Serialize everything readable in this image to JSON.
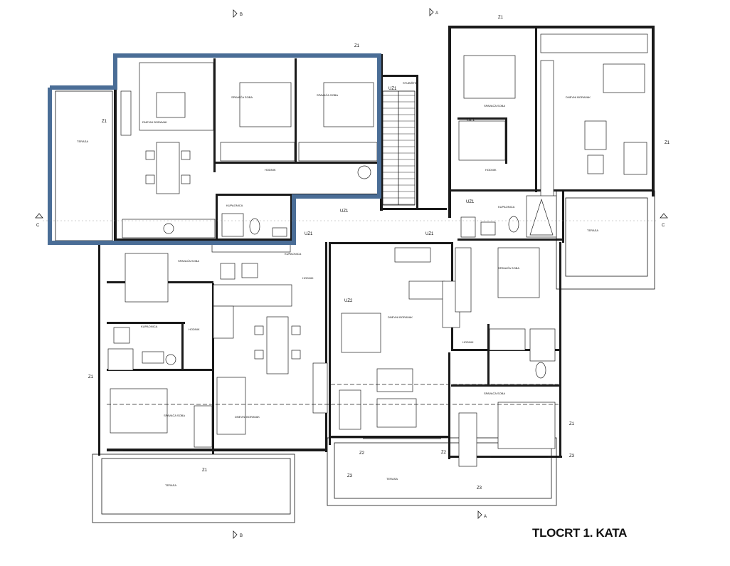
{
  "title": "TLOCRT 1. KATA",
  "highlight_color": "#4a6d96",
  "section_markers": {
    "top": [
      "B",
      "A"
    ],
    "bottom": [
      "B",
      "A"
    ],
    "left": "C",
    "right": "C"
  },
  "axis_labels": [
    "Z1",
    "Z1",
    "Z1",
    "Z1",
    "Z1",
    "Z1",
    "Z1",
    "Z2",
    "Z2",
    "Z3",
    "Z3",
    "Z3"
  ],
  "door_labels": [
    "UZ1",
    "UZ1",
    "UZ1",
    "UZ1",
    "UZ1",
    "UZ1",
    "UZ2"
  ],
  "rooms": [
    {
      "name": "DNEVNI BORAVAK"
    },
    {
      "name": "SPAVAĆA SOBA"
    },
    {
      "name": "SPAVAĆA SOBA"
    },
    {
      "name": "HODNIK"
    },
    {
      "name": "KUPAONICA"
    },
    {
      "name": "TERASA"
    },
    {
      "name": "SPAVAĆA SOBA"
    },
    {
      "name": "DNEVNI BORAVAK"
    },
    {
      "name": "HODNIK"
    },
    {
      "name": "KUPAONICA"
    },
    {
      "name": "TERASA"
    },
    {
      "name": "SPAVAĆA SOBA"
    },
    {
      "name": "KUPAONICA"
    },
    {
      "name": "HODNIK"
    },
    {
      "name": "SPAVAĆA SOBA"
    },
    {
      "name": "DNEVNI BORAVAK"
    },
    {
      "name": "TERASA"
    },
    {
      "name": "DNEVNI BORAVAK"
    },
    {
      "name": "SPAVAĆA SOBA"
    },
    {
      "name": "HODNIK"
    },
    {
      "name": "KUPAONICA"
    },
    {
      "name": "SPAVAĆA SOBA"
    },
    {
      "name": "TERASA"
    },
    {
      "name": "STUBIŠTE"
    },
    {
      "name": "HODNIK"
    }
  ]
}
